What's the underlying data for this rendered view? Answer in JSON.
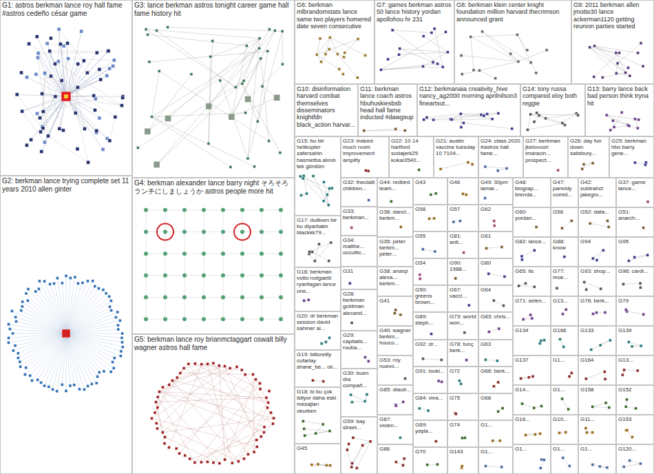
{
  "diagram": {
    "nodes": [
      {
        "text": [
          "G1: astros berkman lance roy hall fame #astros cedeño césar game"
        ]
      },
      {
        "text": [
          "G2: berkman lance trying complete set 11 years 2010 allen ginter"
        ]
      },
      {
        "text": [
          "G3: lance berkman astros tonight career game hall fame history hit"
        ]
      },
      {
        "text": [
          "G4: berkman alexander lance barry night そろそろランチにしましょうか astros people more hit"
        ]
      },
      {
        "text": [
          "G5: berkman lance roy brianmctaggart oswalt billy wagner astros hall fame"
        ]
      },
      {
        "text": [
          "G6: berkman mlbrandomstats lance same two players homered date seven consecutive"
        ]
      },
      {
        "text": [
          "G7: games berkman astros 50 lance history yordan apollohou hr 231"
        ]
      },
      {
        "text": [
          "G8: berkman klein center knight foundation million harvard thecrimson announced grant"
        ]
      },
      {
        "text": [
          "G9: 2011 berkman allen jmotte30 lance ackerman1120 getting reunion parties started"
        ]
      },
      {
        "text": [
          "G10: disinformation harvard combat themselves disseminators knightfdn black_action harvar..."
        ]
      },
      {
        "text": [
          "G11: berkman lance coach astros hbuhuskiesbsb head hall fame inducted #dawgsup"
        ]
      },
      {
        "text": [
          "G12: berkmanaia creativity_hive nancy_ag2000 morning aprilnilson3 fineartsut..."
        ]
      },
      {
        "text": [
          "G14: tony russa compared eloy both reggie"
        ]
      },
      {
        "text": [
          "G13: barry lance back bad person think tryna hit"
        ]
      },
      {
        "text": [
          "G15: bu bir helikopter zafersahin hasmetba alındı tek gördüm"
        ]
      },
      {
        "text": [
          "G23: indeed much room improvement amplify"
        ]
      },
      {
        "text": [
          "G22: 10 14 hartford sodajerk25 kokai3540..."
        ]
      },
      {
        "text": [
          "G21: austin vaccine tuesday 10 7104..."
        ]
      },
      {
        "text": [
          "G24: class 2020 #astros hall fame..."
        ]
      },
      {
        "text": [
          "G27: berkman jkelovuori imaracin... prospect..."
        ]
      },
      {
        "text": [
          "G26: day fun down salisbury..."
        ]
      },
      {
        "text": [
          "G25: berkman hbo barry gene..."
        ]
      },
      {
        "text": [
          "G17: duiltven bir bu diyarbakir blackkk79..."
        ]
      },
      {
        "text": [
          "G16: berkman votto notgaetti ryanfagan lance one..."
        ]
      },
      {
        "text": [
          "G20: dr berkman session david sahiner ai..."
        ]
      },
      {
        "text": [
          "G19: billoreilly cufarlay shane_be... oil..."
        ]
      },
      {
        "text": [
          "G18: bi bu çok istiyor daha eski mesajları okurken"
        ]
      },
      {
        "text": [
          "G45"
        ]
      },
      {
        "text": [
          "G32: theclalli children..."
        ]
      },
      {
        "text": [
          "G33: berkman..."
        ]
      },
      {
        "text": [
          "G34: matthe... occultic..."
        ]
      },
      {
        "text": [
          "G31"
        ]
      },
      {
        "text": [
          "G28: berkman goldman alexand..."
        ]
      },
      {
        "text": [
          "G29: capitalis... rouba..."
        ]
      },
      {
        "text": [
          "G30: buen día compañ..."
        ]
      },
      {
        "text": [
          "G59: bay street..."
        ]
      },
      {
        "text": [
          "G44: redbird team..."
        ]
      },
      {
        "text": [
          "G36: dancl... berkm..."
        ]
      },
      {
        "text": [
          "G35: peter berkm... peter..."
        ]
      },
      {
        "text": [
          "G38: anarşi alexa... berkm..."
        ]
      },
      {
        "text": [
          "G41"
        ]
      },
      {
        "text": [
          "G40: wagner berkm... houco..."
        ]
      },
      {
        "text": [
          "G53: roy nuevo..."
        ]
      },
      {
        "text": [
          "G85: diautr..."
        ]
      },
      {
        "text": [
          "G87: violen..."
        ]
      },
      {
        "text": [
          "G86"
        ]
      },
      {
        "text": [
          "G43"
        ]
      },
      {
        "text": [
          "G58"
        ]
      },
      {
        "text": [
          "G55"
        ]
      },
      {
        "text": [
          "G54"
        ]
      },
      {
        "text": [
          "G50: greens brown..."
        ]
      },
      {
        "text": [
          "G89: steph..."
        ]
      },
      {
        "text": [
          "G92: dr..."
        ]
      },
      {
        "text": [
          "G91: looki..."
        ]
      },
      {
        "text": [
          "G84: viva..."
        ]
      },
      {
        "text": [
          "G69: yaşla..."
        ]
      },
      {
        "text": [
          "G70"
        ]
      },
      {
        "text": [
          "G46"
        ]
      },
      {
        "text": [
          "G57"
        ]
      },
      {
        "text": [
          "G81: anti..."
        ]
      },
      {
        "text": [
          "G90: 1988..."
        ]
      },
      {
        "text": [
          "G67: vacci..."
        ]
      },
      {
        "text": [
          "G73: world won..."
        ]
      },
      {
        "text": [
          "G78: tunç berk..."
        ]
      },
      {
        "text": [
          "G72"
        ]
      },
      {
        "text": [
          "G75"
        ]
      },
      {
        "text": [
          "G74"
        ]
      },
      {
        "text": [
          "G143"
        ]
      },
      {
        "text": [
          "G49: 30pm lamar..."
        ]
      },
      {
        "text": [
          "G62"
        ]
      },
      {
        "text": [
          "G61"
        ]
      },
      {
        "text": [
          "G80"
        ]
      },
      {
        "text": [
          "G64"
        ]
      },
      {
        "text": [
          "G83: chris..."
        ]
      },
      {
        "text": [
          "G63"
        ]
      },
      {
        "text": [
          "G66: berk..."
        ]
      },
      {
        "text": [
          "G68"
        ]
      },
      {
        "text": [
          "G1..."
        ]
      },
      {
        "text": [
          "G1..."
        ]
      },
      {
        "text": [
          "G48: biograp... brenda..."
        ]
      },
      {
        "text": [
          "G60: yordan..."
        ]
      },
      {
        "text": [
          "G82: lance..."
        ]
      },
      {
        "text": [
          "G65: ils"
        ]
      },
      {
        "text": [
          "G71: selen..."
        ]
      },
      {
        "text": [
          "G134"
        ]
      },
      {
        "text": [
          "G137"
        ]
      },
      {
        "text": [
          "G14..."
        ]
      },
      {
        "text": [
          "G16..."
        ]
      },
      {
        "text": [
          "G1..."
        ]
      },
      {
        "text": [
          "G47: panvidy comid..."
        ]
      },
      {
        "text": [
          "G56"
        ]
      },
      {
        "text": [
          "G88: know"
        ]
      },
      {
        "text": [
          "G77: moe..."
        ]
      },
      {
        "text": [
          "G13..."
        ]
      },
      {
        "text": [
          "G166"
        ]
      },
      {
        "text": [
          "G1..."
        ]
      },
      {
        "text": [
          "G1..."
        ]
      },
      {
        "text": [
          "G10..."
        ]
      },
      {
        "text": [
          "G1..."
        ]
      },
      {
        "text": [
          "G42: subtrahct jakegro..."
        ]
      },
      {
        "text": [
          "G52: data..."
        ]
      },
      {
        "text": [
          "G94"
        ]
      },
      {
        "text": [
          "G93: shop..."
        ]
      },
      {
        "text": [
          "G76: berk..."
        ]
      },
      {
        "text": [
          "G133"
        ]
      },
      {
        "text": [
          "G164"
        ]
      },
      {
        "text": [
          "G158"
        ]
      },
      {
        "text": [
          "G11..."
        ]
      },
      {
        "text": [
          "G1..."
        ]
      },
      {
        "text": [
          "G37: game lance..."
        ]
      },
      {
        "text": [
          "G51: anarch..."
        ]
      },
      {
        "text": [
          "G95"
        ]
      },
      {
        "text": [
          "G96: cardi..."
        ]
      },
      {
        "text": [
          "G79"
        ]
      },
      {
        "text": [
          "G139"
        ]
      },
      {
        "text": [
          "G13..."
        ]
      },
      {
        "text": [
          "G152"
        ]
      },
      {
        "text": [
          "G153"
        ]
      },
      {
        "text": [
          "G120..."
        ]
      }
    ]
  }
}
